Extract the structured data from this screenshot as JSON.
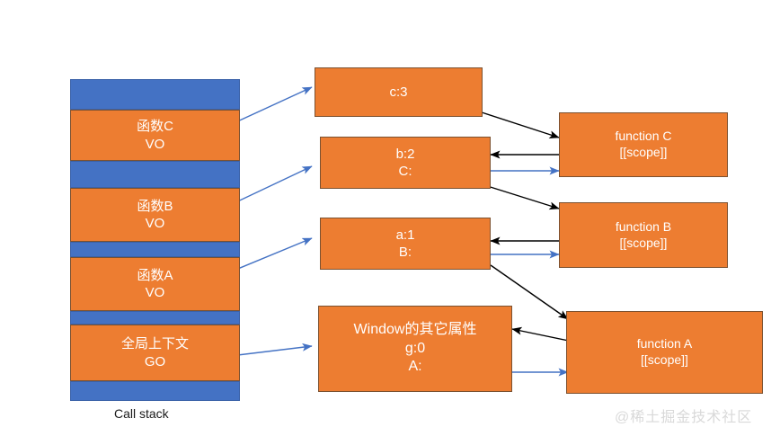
{
  "diagram": {
    "title_label": "Call stack",
    "watermark": "@稀土掘金技术社区",
    "colors": {
      "orange": "#ED7D31",
      "blue": "#4472C4",
      "arrow_blue": "#4472C4",
      "arrow_black": "#000000",
      "text_white": "#FFFFFF",
      "watermark_gray": "#D9D9D9",
      "background": "#FFFFFF"
    }
  },
  "call_stack": {
    "label": "Call stack",
    "cells": [
      {
        "name": "stack-top-blue",
        "type": "blue",
        "line1": "",
        "line2": ""
      },
      {
        "name": "stack-function-c",
        "type": "orange",
        "line1": "函数C",
        "line2": "VO"
      },
      {
        "name": "stack-gap-blue-1",
        "type": "blue",
        "line1": "",
        "line2": ""
      },
      {
        "name": "stack-function-b",
        "type": "orange",
        "line1": "函数B",
        "line2": "VO"
      },
      {
        "name": "stack-gap-blue-2",
        "type": "blue",
        "line1": "",
        "line2": ""
      },
      {
        "name": "stack-function-a",
        "type": "orange",
        "line1": "函数A",
        "line2": "VO"
      },
      {
        "name": "stack-gap-blue-3",
        "type": "blue",
        "line1": "",
        "line2": ""
      },
      {
        "name": "stack-global-context",
        "type": "orange",
        "line1": "全局上下文",
        "line2": "GO"
      },
      {
        "name": "stack-bottom-blue",
        "type": "blue",
        "line1": "",
        "line2": ""
      }
    ]
  },
  "scope_objects": [
    {
      "name": "scope-object-c",
      "line1": "c:3",
      "line2": ""
    },
    {
      "name": "scope-object-b",
      "line1": "b:2",
      "line2": "C:"
    },
    {
      "name": "scope-object-a",
      "line1": "a:1",
      "line2": "B:"
    },
    {
      "name": "scope-object-window",
      "line1": "Window的其它属性",
      "line2": "g:0",
      "line3": "A:"
    }
  ],
  "functions": [
    {
      "name": "function-c",
      "line1": "function C",
      "line2": "[[scope]]"
    },
    {
      "name": "function-b",
      "line1": "function B",
      "line2": "[[scope]]"
    },
    {
      "name": "function-a",
      "line1": "function A",
      "line2": "[[scope]]"
    }
  ]
}
